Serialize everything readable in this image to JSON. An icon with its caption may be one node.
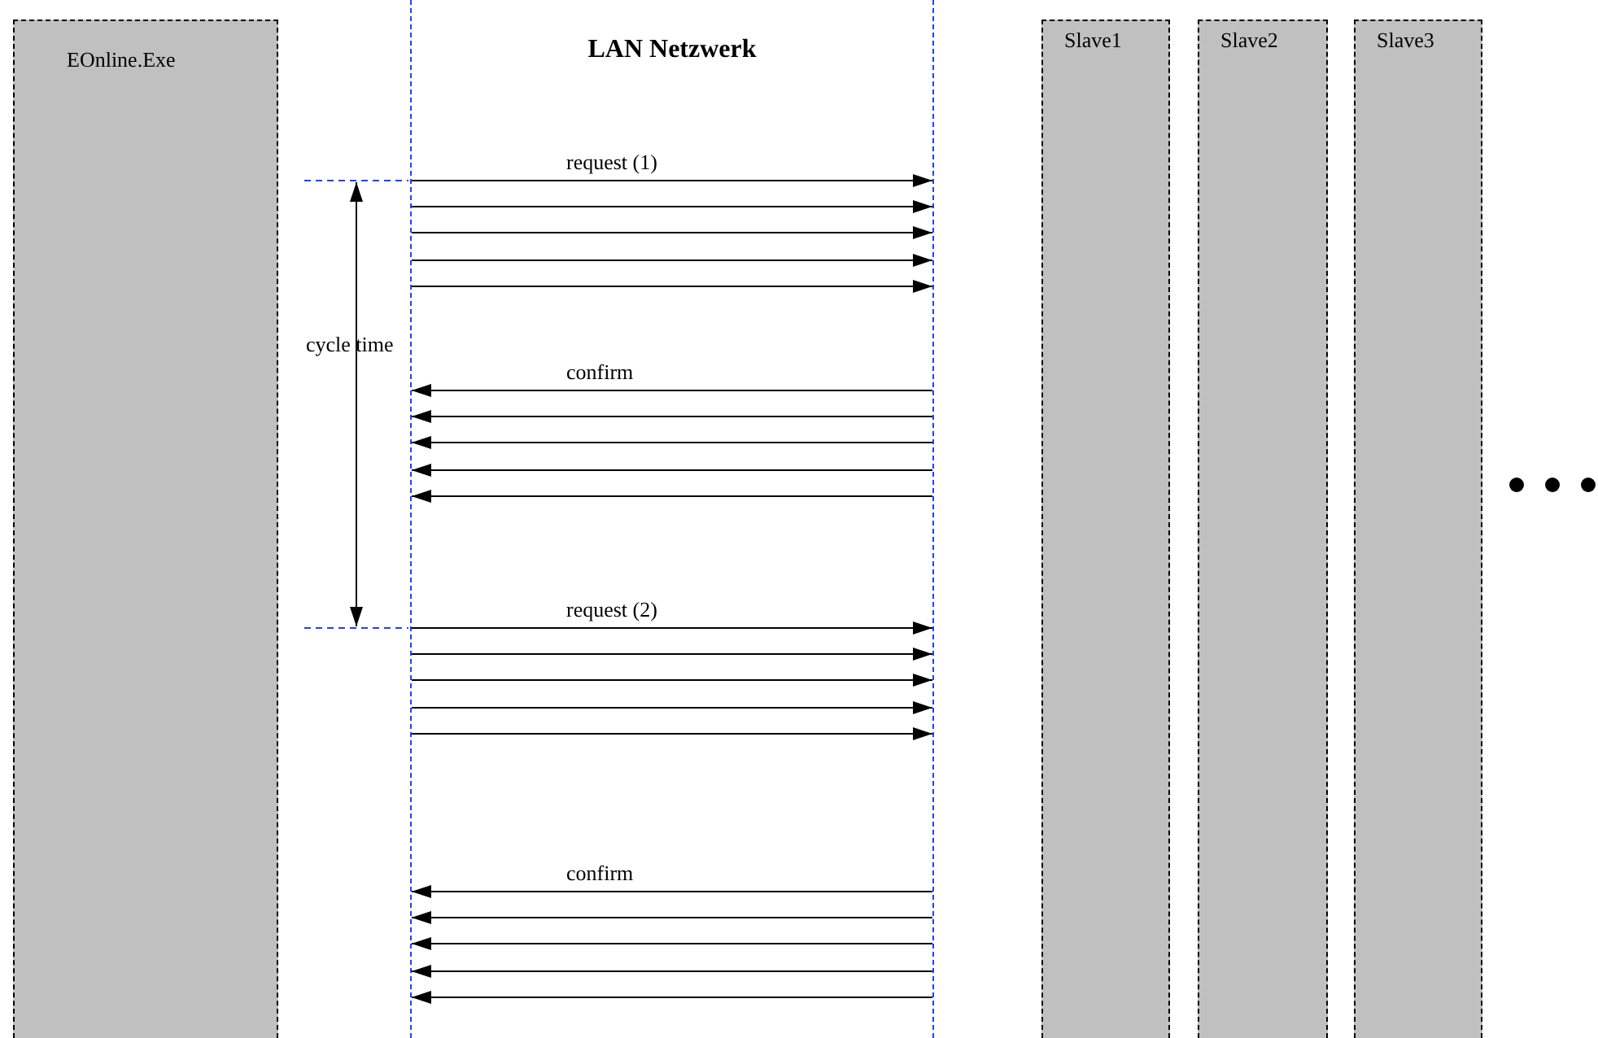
{
  "diagram": {
    "nodes": [
      {
        "text": [
          "EOnline.Exe"
        ]
      },
      {
        "text": [
          "LAN Netzwerk"
        ]
      },
      {
        "text": [
          "Slave1"
        ]
      },
      {
        "text": [
          "Slave2"
        ]
      },
      {
        "text": [
          "Slave3"
        ]
      }
    ],
    "edges": [
      {
        "from": null,
        "to": 1,
        "arrow": "to",
        "label": "request (1)"
      },
      {
        "from": null,
        "to": 1,
        "arrow": "to"
      },
      {
        "from": null,
        "to": 1,
        "arrow": "to"
      },
      {
        "from": null,
        "to": 1,
        "arrow": "to"
      },
      {
        "from": null,
        "to": 1,
        "arrow": "to"
      },
      {
        "from": null,
        "to": 1,
        "arrow": "to",
        "label": "confirm"
      },
      {
        "from": null,
        "to": 1,
        "arrow": "to"
      },
      {
        "from": null,
        "to": 1,
        "arrow": "to"
      },
      {
        "from": null,
        "to": 1,
        "arrow": "to"
      },
      {
        "from": null,
        "to": 1,
        "arrow": "to"
      },
      {
        "from": null,
        "to": 1,
        "arrow": "to",
        "label": "request (2)"
      },
      {
        "from": null,
        "to": 1,
        "arrow": "to"
      },
      {
        "from": null,
        "to": 1,
        "arrow": "to"
      },
      {
        "from": null,
        "to": 1,
        "arrow": "to"
      },
      {
        "from": null,
        "to": 1,
        "arrow": "to"
      },
      {
        "from": null,
        "to": 1,
        "arrow": "to",
        "label": "confirm"
      },
      {
        "from": null,
        "to": 1,
        "arrow": "to"
      },
      {
        "from": null,
        "to": 1,
        "arrow": "to"
      },
      {
        "from": null,
        "to": 1,
        "arrow": "to"
      },
      {
        "from": null,
        "to": 1,
        "arrow": "to"
      }
    ],
    "labels": [
      "cycle time"
    ]
  }
}
